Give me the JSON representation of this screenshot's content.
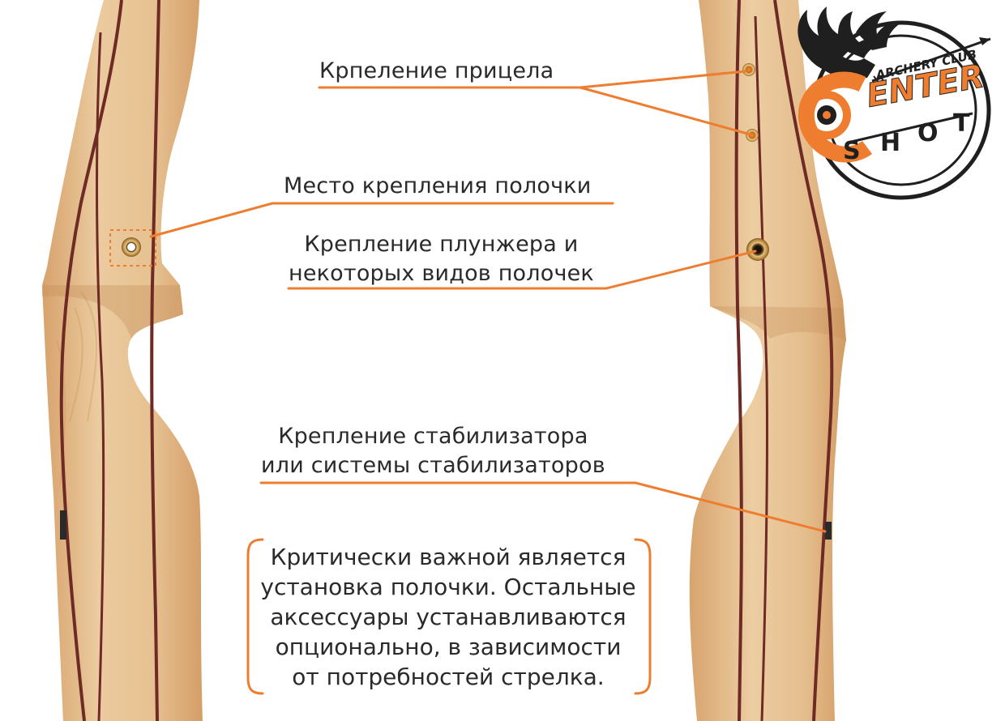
{
  "labels": {
    "sight_mount": "Крпеление прицела",
    "rest_place": "Место крепления полочки",
    "plunger_line1": "Крепление плунжера и",
    "plunger_line2": "некоторых видов полочек",
    "stabilizer_line1": "Крепление стабилизатора",
    "stabilizer_line2": "или системы стабилизаторов"
  },
  "note": {
    "line1": "Критически важной является",
    "line2": "установка полочки. Остальные",
    "line3": "аксессуары устанавливаются",
    "line4": "опционально, в зависимости",
    "line5": "от потребностей стрелка."
  },
  "logo": {
    "archery_club": "ARCHERY CLUB",
    "enter": "ENTER",
    "shot_letters": [
      "S",
      "H",
      "O",
      "T"
    ]
  },
  "colors": {
    "accent_orange": "#EE7D2F",
    "wood_light": "#E9C79B",
    "wood_mid": "#D9A772",
    "wood_dark_stripe": "#6E2A24",
    "text": "#2a2a2a"
  },
  "icons": {
    "logo": "deer-target-arrow-logo"
  }
}
